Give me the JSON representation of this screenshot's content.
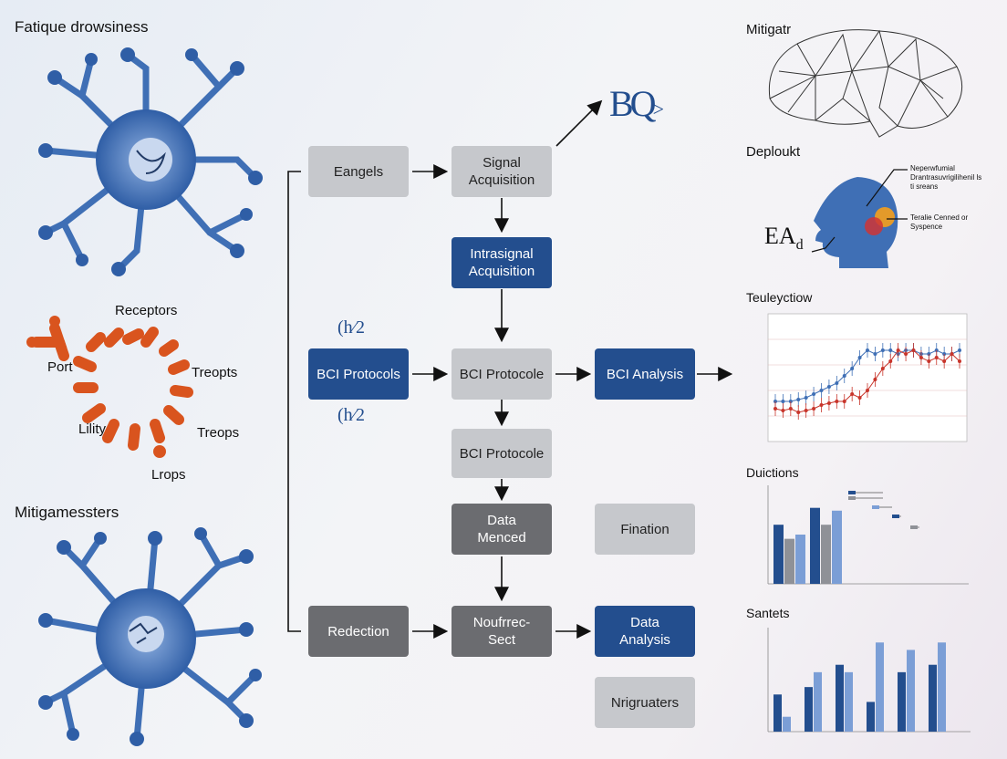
{
  "left": {
    "title_top": "Fatique drowsiness",
    "title_bottom": "Mitigamessters",
    "receptor_labels": {
      "top": "Receptors",
      "port": "Port",
      "treops1": "Treopts",
      "lility": "Lility",
      "treops2": "Treops",
      "lrops": "Lrops"
    }
  },
  "flow": {
    "eangels": "Eangels",
    "signal_acq": "Signal\nAcquisition",
    "intra_signal": "Intrasignal\nAcquisition",
    "bci_protocols": "BCI Protocols",
    "bci_protocole1": "BCI Protocole",
    "bci_analysis": "BCI Analysis",
    "bci_protocole2": "BCI Protocole",
    "data_menced": "Data\nMenced",
    "fination": "Fination",
    "redection": "Redection",
    "noufrec": "Noufrrec-\nSect",
    "data_analysis": "Data\nAnalysis",
    "nrigruaters": "Nrigruaters",
    "formula_top": "(h⁄2",
    "formula_bottom": "(h⁄2",
    "bq_logo": "BQ"
  },
  "right": {
    "mitigatr": "Mitigatr",
    "deploukt": "Deploukt",
    "head_note_1": "Neperwfumial\nDrantrasuvrigilihenil ls\nti sreans",
    "head_note_2": "Teralie Cenned or\nSyspence",
    "ea_label": "EA",
    "ea_sub": "d",
    "line_title": "Teuleyctiow",
    "bar1_title": "Duictions",
    "bar2_title": "Santets"
  },
  "colors": {
    "blue": "#234e8e",
    "gray": "#c6c8cc",
    "dark": "#6b6c70",
    "red": "#c8352b",
    "light_blue": "#7b9ed6",
    "neuron": "#3f6fb5",
    "receptor": "#d9541e"
  },
  "chart_data": [
    {
      "type": "line",
      "title": "Teuleyctiow",
      "x": [
        1,
        2,
        3,
        4,
        5,
        6,
        7,
        8,
        9,
        10,
        11,
        12,
        13,
        14,
        15,
        16,
        17,
        18,
        19,
        20,
        21,
        22,
        23,
        24,
        25
      ],
      "series": [
        {
          "values": [
            11,
            11,
            11,
            11.5,
            12,
            13,
            14,
            15,
            16,
            18,
            20,
            23,
            25,
            24,
            25,
            25,
            24,
            25,
            25,
            24,
            24,
            25,
            24,
            24,
            25
          ]
        },
        {
          "values": [
            9,
            8.5,
            9,
            8,
            8.5,
            9,
            10,
            10.5,
            11,
            11,
            13,
            12,
            14,
            17,
            20,
            22,
            25,
            24,
            25,
            23,
            22,
            23,
            22,
            24,
            22
          ]
        }
      ],
      "ylim": [
        0,
        35
      ]
    },
    {
      "type": "bar",
      "title": "Duictions",
      "series": [
        {
          "values": [
            4.2,
            5.4
          ]
        },
        {
          "values": [
            3.2,
            4.2
          ]
        },
        {
          "values": [
            3.5,
            5.2
          ]
        }
      ],
      "ylim": [
        0,
        7
      ]
    },
    {
      "type": "bar",
      "title": "Santets",
      "series": [
        {
          "values": [
            5,
            6,
            9,
            4,
            8,
            9
          ]
        },
        {
          "values": [
            2,
            8,
            8,
            12,
            11,
            12
          ]
        }
      ],
      "ylim": [
        0,
        14
      ]
    }
  ]
}
